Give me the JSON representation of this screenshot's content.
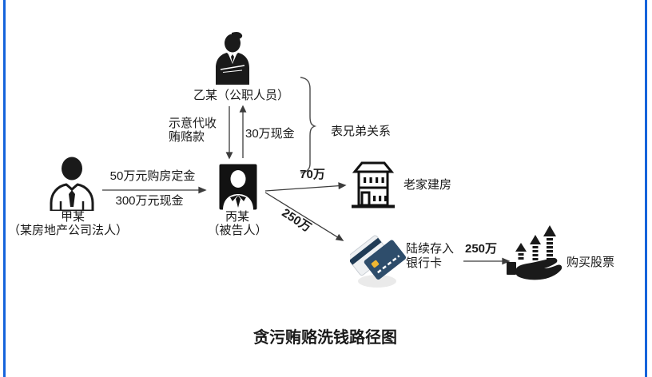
{
  "diagram": {
    "title": "贪污贿赂洗钱路径图",
    "nodes": {
      "person_b": {
        "name": "乙某（公职人员）",
        "icon": "businessman-arms-crossed-icon"
      },
      "person_a": {
        "name": "甲某",
        "subtitle": "（某房地产公司法人）",
        "icon": "businessman-portrait-icon"
      },
      "person_c": {
        "name": "丙某",
        "subtitle": "（被告人）",
        "icon": "defendant-id-photo-icon"
      },
      "house": {
        "name": "老家建房",
        "icon": "building-icon"
      },
      "bank_card": {
        "name_line1": "陆续存入",
        "name_line2": "银行卡",
        "icon": "bank-card-icon"
      },
      "stocks": {
        "name": "购买股票",
        "icon": "hand-rising-arrows-icon"
      }
    },
    "edges": {
      "b_to_c": {
        "label_line1": "示意代收",
        "label_line2": "贿赂款",
        "direction": "down"
      },
      "c_to_b": {
        "label": "30万现金",
        "direction": "up"
      },
      "a_to_c": {
        "label_above": "50万元购房定金",
        "label_below": "300万元现金"
      },
      "c_to_house": {
        "label": "70万"
      },
      "c_to_card": {
        "label": "250万"
      },
      "card_to_stocks": {
        "label": "250万"
      }
    },
    "annotation": {
      "brace_label": "表兄弟关系"
    },
    "colors": {
      "border_blue": "#1563DB",
      "ink": "#1A1A1A",
      "arrow_gray": "#3C3C3C",
      "card_navy": "#2E4D6B",
      "card_stripe": "#203B55",
      "card_light": "#EEF0F2",
      "chip_gold": "#F0B632"
    }
  }
}
